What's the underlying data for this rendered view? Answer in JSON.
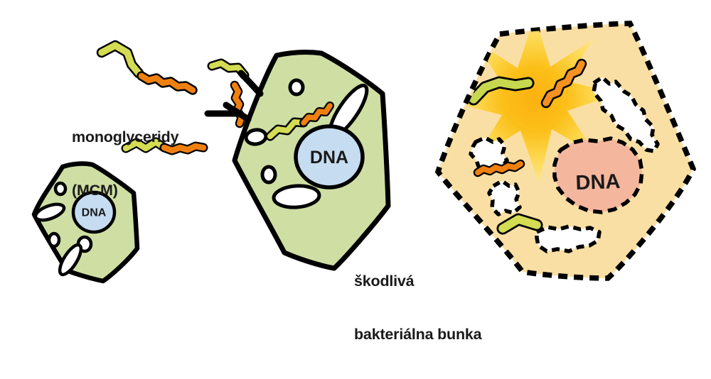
{
  "diagram": {
    "title_absent": true,
    "background_color": "#ffffff",
    "palette": {
      "outline": "#000000",
      "healthy_cell_fill": "#cfdfa4",
      "bacteria_fill": "#fadfa4",
      "nucleus_fill": "#c6dcf0",
      "bacterial_dna_fill": "#f4b79d",
      "molecule_head": "#d3dc52",
      "molecule_tail": "#ef8010",
      "burst_center": "#fbb614",
      "burst_edge": "#fde27a",
      "organelle_fill": "#ffffff",
      "text_color": "#1a1a1a"
    },
    "labels": [
      {
        "id": "mcm",
        "line1": "monoglyceridy",
        "line2": "(MCM)"
      },
      {
        "id": "bacteria",
        "line1": "škodlivá",
        "line2": "bakteriálna bunka"
      }
    ],
    "cells": [
      {
        "id": "healthy-small",
        "kind": "healthy human cell",
        "membrane_style": "solid",
        "fill": "#cfdfa4",
        "nucleus_label": "DNA",
        "nucleus_fill": "#c6dcf0",
        "organelle_count": 5
      },
      {
        "id": "healthy-large",
        "kind": "healthy human cell",
        "membrane_style": "solid",
        "fill": "#cfdfa4",
        "nucleus_label": "DNA",
        "nucleus_fill": "#c6dcf0",
        "organelle_count": 5,
        "note": "monoglyceride repelled at membrane (deflection marks) and one intact molecule inside"
      },
      {
        "id": "bacteria",
        "kind": "harmful bacterial cell",
        "membrane_style": "dashed",
        "fill": "#fadfa4",
        "nucleus_label": "DNA",
        "nucleus_fill": "#f4b79d",
        "organelle_count": 5,
        "note": "membrane ruptured by monoglyceride; starburst at breach; fragmented molecules inside"
      }
    ],
    "molecules": [
      {
        "id": "free-1",
        "state": "intact",
        "location": "extracellular"
      },
      {
        "id": "free-2",
        "state": "intact",
        "location": "extracellular"
      },
      {
        "id": "repelled",
        "state": "intact",
        "location": "bouncing off healthy cell membrane"
      },
      {
        "id": "inside-healthy",
        "state": "intact",
        "location": "inside healthy cell"
      },
      {
        "id": "breaching",
        "state": "cleaved",
        "location": "at bacterial membrane breach"
      },
      {
        "id": "frag-tail",
        "state": "fragment (tail)",
        "location": "inside bacterium"
      },
      {
        "id": "frag-head",
        "state": "fragment (head)",
        "location": "inside bacterium"
      }
    ],
    "effects": [
      {
        "id": "starburst",
        "points": 8,
        "meaning": "membrane rupture / destruction"
      },
      {
        "id": "deflection-marks",
        "count": 3,
        "meaning": "molecule repelled by healthy membrane"
      }
    ]
  }
}
